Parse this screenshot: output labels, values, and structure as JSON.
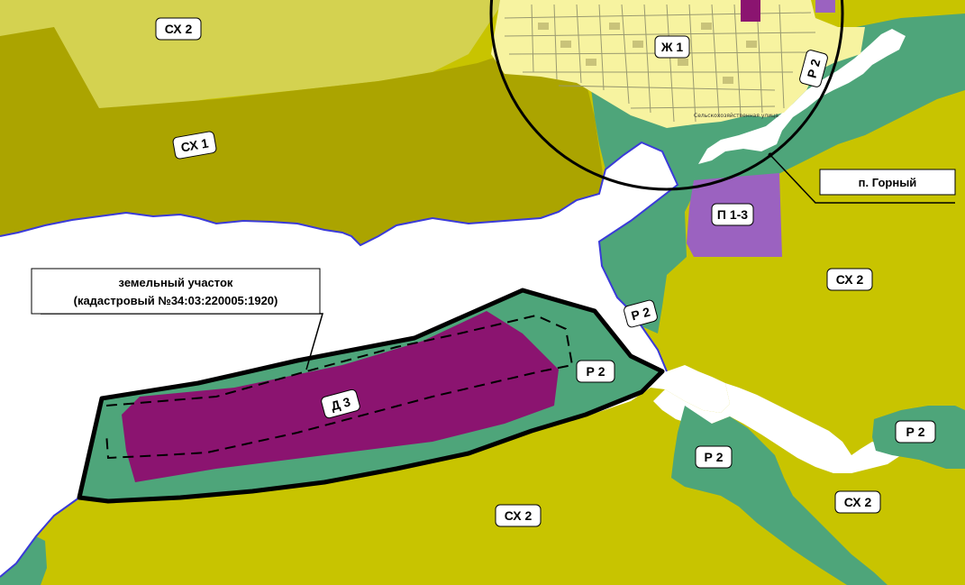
{
  "map": {
    "colors": {
      "agri_light": "#c8c400",
      "agri_dark": "#aba400",
      "agri_pale": "#d4d250",
      "recreation": "#4ea57a",
      "residential": "#f7f3a0",
      "industrial": "#9b62c0",
      "business": "#8b1470",
      "water": "#ffffff",
      "boundary": "#3a3ad8",
      "parcel_outline": "#000000"
    },
    "zones": {
      "cx2_top": "СХ 2",
      "cx1": "СХ 1",
      "zh1": "Ж 1",
      "p2_top": "Р 2",
      "p13": "П 1-3",
      "cx2_right": "СХ 2",
      "p2_mid": "Р 2",
      "p2_parcel": "Р 2",
      "d3": "Д 3",
      "p2_far_right": "Р 2",
      "p2_bottom": "Р 2",
      "cx2_bottom_right": "СХ 2",
      "cx2_bottom": "СХ 2"
    },
    "callouts": {
      "settlement": "п. Горный",
      "parcel_line1": "земельный участок",
      "parcel_line2": "(кадастровый №34:03:220005:1920)"
    },
    "streets": {
      "s1": "Сельскохозяйственная улица"
    }
  }
}
